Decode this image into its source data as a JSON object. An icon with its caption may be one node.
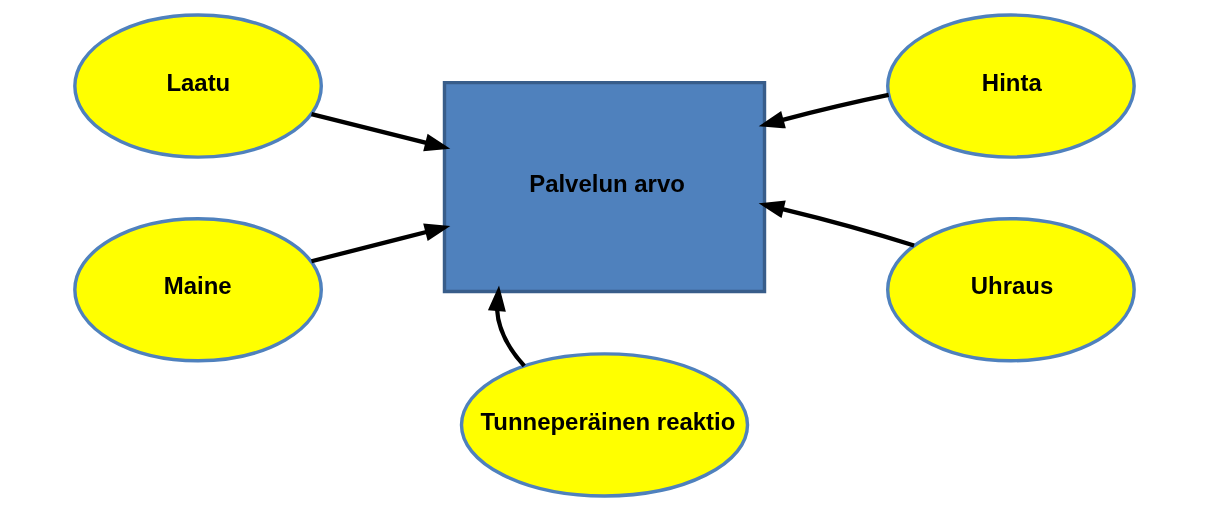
{
  "diagram": {
    "nodes": [
      {
        "text": [
          "Laatu"
        ]
      },
      {
        "text": [
          "Maine"
        ]
      },
      {
        "text": [
          "Palvelun arvo"
        ]
      },
      {
        "text": [
          "Tunneperäinen reaktio"
        ]
      },
      {
        "text": [
          "Hinta"
        ]
      },
      {
        "text": [
          "Uhraus"
        ]
      }
    ],
    "edges": [
      {
        "from": 0,
        "to": 2,
        "arrow": "to"
      },
      {
        "from": 1,
        "to": 2,
        "arrow": "to"
      },
      {
        "from": 3,
        "to": 2,
        "arrow": "to"
      },
      {
        "from": 4,
        "to": 2,
        "arrow": "to"
      },
      {
        "from": 5,
        "to": 2,
        "arrow": "to"
      }
    ]
  }
}
